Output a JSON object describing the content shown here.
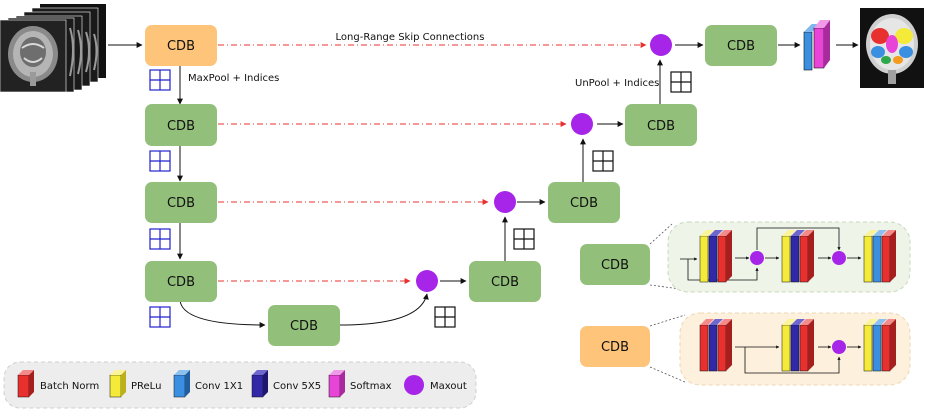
{
  "labels": {
    "skip": "Long-Range Skip Connections",
    "maxpool": "MaxPool + Indices",
    "unpool": "UnPool + Indices"
  },
  "blocks": {
    "enc1": "CDB",
    "enc2": "CDB",
    "enc3": "CDB",
    "enc4": "CDB",
    "bottleneck": "CDB",
    "dec4": "CDB",
    "dec3": "CDB",
    "dec2": "CDB",
    "dec1": "CDB",
    "detail_green": "CDB",
    "detail_orange": "CDB"
  },
  "legend": {
    "batch_norm": "Batch Norm",
    "prelu": "PReLu",
    "conv1": "Conv 1X1",
    "conv5": "Conv 5X5",
    "softmax": "Softmax",
    "maxout": "Maxout"
  },
  "colors": {
    "green_block": "#92c07a",
    "orange_block": "#fdc47a",
    "maxout": "#a625e8",
    "batch_norm": "#e8312f",
    "prelu": "#f4ea3a",
    "conv1": "#3a8fe0",
    "conv5": "#3128a8",
    "softmax": "#e845d8",
    "skip_line": "#e83030"
  }
}
